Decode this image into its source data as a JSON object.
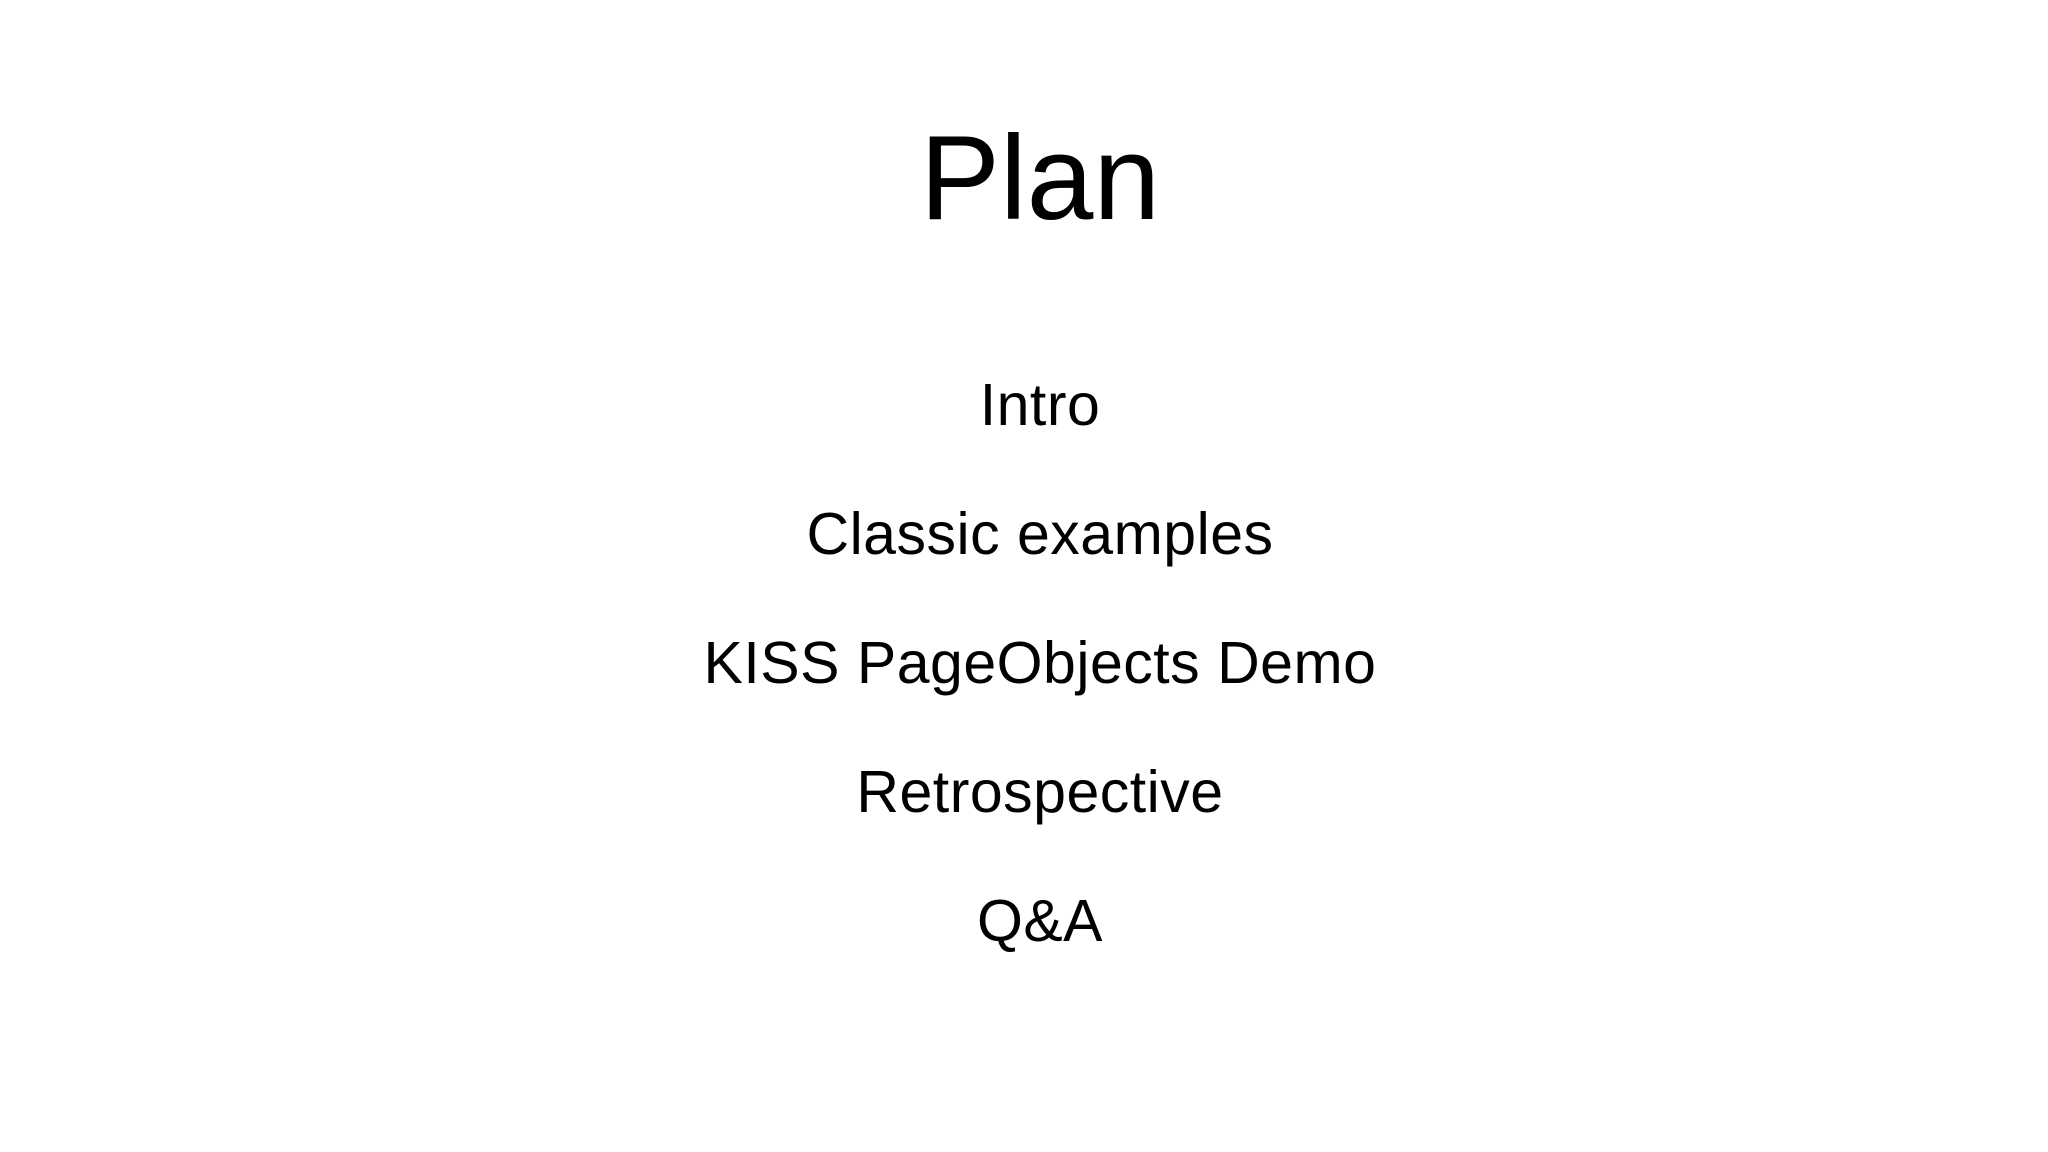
{
  "slide": {
    "title": "Plan",
    "items": [
      {
        "label": "Intro"
      },
      {
        "label": "Classic examples"
      },
      {
        "label": "KISS PageObjects Demo"
      },
      {
        "label": "Retrospective"
      },
      {
        "label": "Q&A"
      }
    ],
    "colors": {
      "background": "#ffffff",
      "text": "#000000"
    }
  }
}
